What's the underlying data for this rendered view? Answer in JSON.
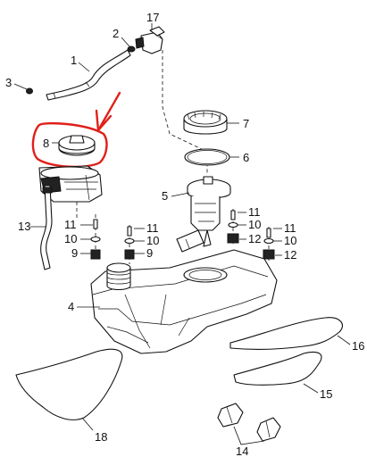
{
  "diagram": {
    "callouts": [
      {
        "id": "c1",
        "text": "1"
      },
      {
        "id": "c2",
        "text": "2"
      },
      {
        "id": "c3",
        "text": "3"
      },
      {
        "id": "c4",
        "text": "4"
      },
      {
        "id": "c5",
        "text": "5"
      },
      {
        "id": "c6",
        "text": "6"
      },
      {
        "id": "c7",
        "text": "7"
      },
      {
        "id": "c8",
        "text": "8"
      },
      {
        "id": "c9a",
        "text": "9"
      },
      {
        "id": "c9b",
        "text": "9"
      },
      {
        "id": "c10a",
        "text": "10"
      },
      {
        "id": "c10b",
        "text": "10"
      },
      {
        "id": "c10c",
        "text": "10"
      },
      {
        "id": "c10d",
        "text": "10"
      },
      {
        "id": "c11a",
        "text": "11"
      },
      {
        "id": "c11b",
        "text": "11"
      },
      {
        "id": "c11c",
        "text": "11"
      },
      {
        "id": "c11d",
        "text": "11"
      },
      {
        "id": "c12a",
        "text": "12"
      },
      {
        "id": "c12b",
        "text": "12"
      },
      {
        "id": "c13",
        "text": "13"
      },
      {
        "id": "c14",
        "text": "14"
      },
      {
        "id": "c15",
        "text": "15"
      },
      {
        "id": "c16",
        "text": "16"
      },
      {
        "id": "c17",
        "text": "17"
      },
      {
        "id": "c18",
        "text": "18"
      }
    ],
    "highlight": {
      "part": "8",
      "color": "#e0201a"
    }
  }
}
